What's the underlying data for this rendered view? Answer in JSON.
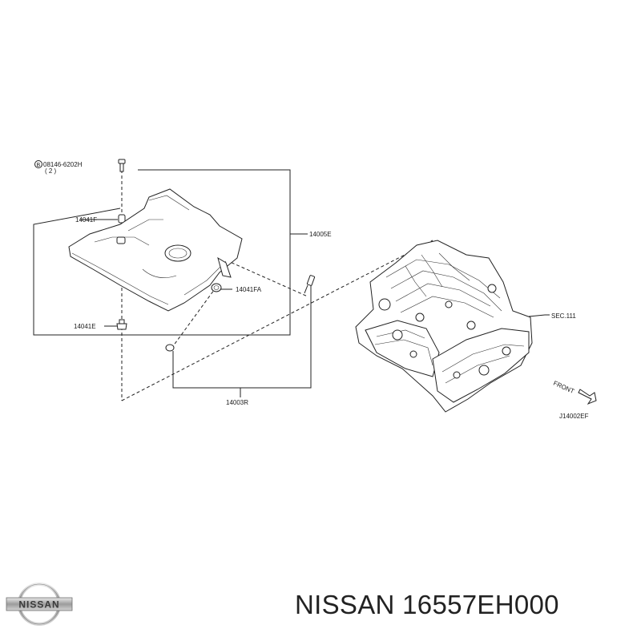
{
  "diagram": {
    "labels": {
      "bolt": "08146-6202H",
      "bolt_qty": "( 2 )",
      "bolt_marker": "B",
      "p14041f": "14041F",
      "p14005e": "14005E",
      "p14041fa": "14041FA",
      "p14041e": "14041E",
      "p14003r": "14003R",
      "sec": "SEC.111",
      "front": "FRONT",
      "code": "J14002EF"
    }
  },
  "branding": {
    "logo_text": "NISSAN",
    "caption": "NISSAN 16557EH000"
  }
}
